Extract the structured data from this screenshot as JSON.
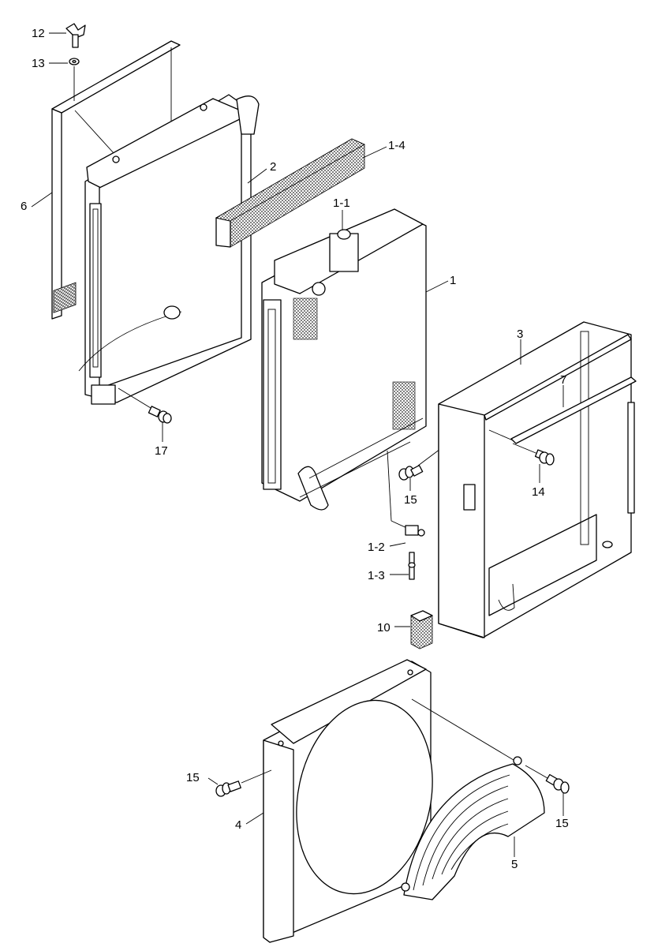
{
  "labels": {
    "p12": "12",
    "p13": "13",
    "p6": "6",
    "p2": "2",
    "p14a": "1-4",
    "p11": "1-1",
    "p1": "1",
    "p17": "17",
    "p3": "3",
    "p7": "7",
    "p15a": "15",
    "p14": "14",
    "p12b": "1-2",
    "p13b": "1-3",
    "p10": "10",
    "p15b": "15",
    "p4": "4",
    "p15c": "15",
    "p5": "5"
  }
}
